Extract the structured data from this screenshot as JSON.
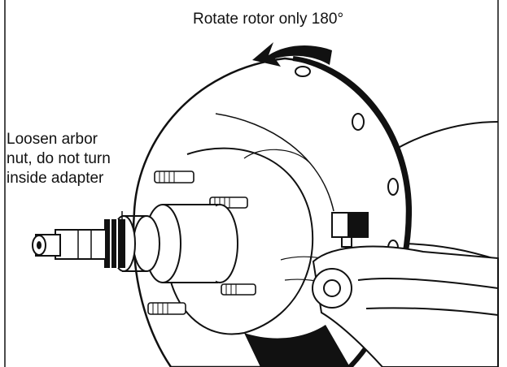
{
  "callouts": {
    "rotate": "Rotate rotor only 180°",
    "loosen_lines": [
      "Loosen arbor",
      "nut, do not turn",
      "inside adapter"
    ]
  }
}
